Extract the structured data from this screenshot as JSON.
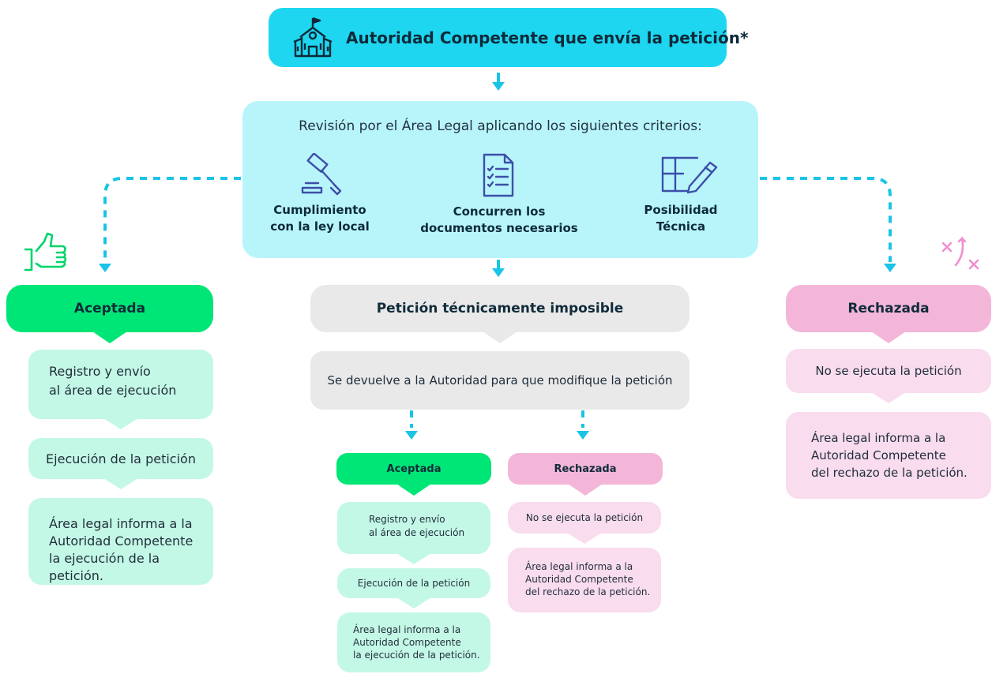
{
  "top": {
    "title": "Autoridad Competente que envía la petición*"
  },
  "review": {
    "title": "Revisión por el Área Legal aplicando los siguientes criterios:",
    "criteria": [
      {
        "line1": "Cumplimiento",
        "line2": "con la ley local",
        "icon": "gavel-icon"
      },
      {
        "line1": "Concurren los",
        "line2": "documentos necesarios",
        "icon": "document-checklist-icon"
      },
      {
        "line1": "Posibilidad",
        "line2": "Técnica",
        "icon": "technical-design-icon"
      }
    ]
  },
  "accepted": {
    "title": "Aceptada",
    "steps": [
      {
        "line1": "Registro y envío",
        "line2": "al área de ejecución"
      },
      {
        "line1": "Ejecución de la petición"
      },
      {
        "line1": "Área legal informa a la",
        "line2": "Autoridad Competente",
        "line3": "la ejecución de la petición."
      }
    ]
  },
  "impossible": {
    "title": "Petición técnicamente imposible",
    "step": "Se devuelve a la Autoridad para que modifique la petición",
    "accepted": {
      "title": "Aceptada",
      "steps": [
        {
          "line1": "Registro y envío",
          "line2": "al área de ejecución"
        },
        {
          "line1": "Ejecución de la petición"
        },
        {
          "line1": "Área legal informa a la",
          "line2": "Autoridad Competente",
          "line3": "la ejecución de la petición."
        }
      ]
    },
    "rejected": {
      "title": "Rechazada",
      "steps": [
        {
          "line1": "No se ejecuta la petición"
        },
        {
          "line1": "Área legal informa a la",
          "line2": "Autoridad Competente",
          "line3": "del rechazo de la petición."
        }
      ]
    }
  },
  "rejected": {
    "title": "Rechazada",
    "steps": [
      {
        "line1": "No se ejecuta la petición"
      },
      {
        "line1": "Área legal informa a la",
        "line2": "Autoridad Competente",
        "line3": "del rechazo de la petición."
      }
    ]
  },
  "colors": {
    "cyan": "#1ed6f0",
    "light_cyan": "#b8f5fb",
    "green": "#00e676",
    "light_green": "#c4f8e6",
    "grey": "#e9e9e9",
    "pink": "#f3b6d9",
    "light_pink": "#f9dcee",
    "arrow": "#19c4e6"
  },
  "decorations": {
    "accepted_icon": "thumbs-up-icon",
    "rejected_icon": "cross-marks-icon"
  }
}
